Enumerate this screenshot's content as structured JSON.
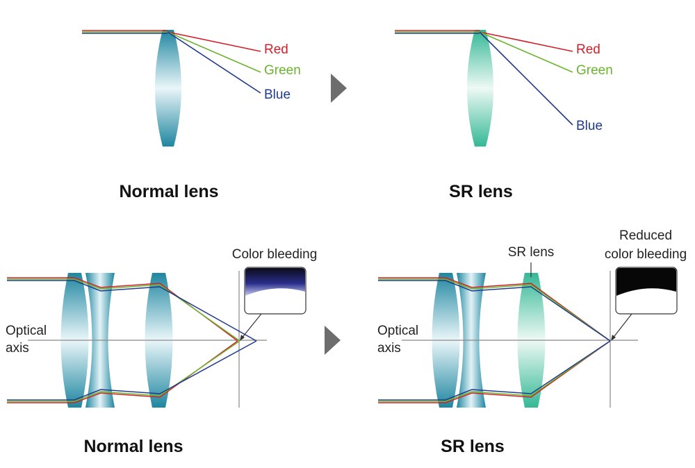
{
  "top_left": {
    "labels": {
      "red": "Red",
      "green": "Green",
      "blue": "Blue"
    },
    "caption": "Normal lens"
  },
  "top_right": {
    "labels": {
      "red": "Red",
      "green": "Green",
      "blue": "Blue"
    },
    "caption": "SR lens"
  },
  "bottom_left": {
    "axis_label_line1": "Optical",
    "axis_label_line2": "axis",
    "callout": "Color bleeding",
    "caption": "Normal lens"
  },
  "bottom_right": {
    "axis_label_line1": "Optical",
    "axis_label_line2": "axis",
    "sr_lens_label": "SR lens",
    "callout_line1": "Reduced",
    "callout_line2": "color bleeding",
    "caption": "SR lens"
  },
  "colors": {
    "red": "#d0202a",
    "green": "#6ab42d",
    "blue": "#1f3a8c",
    "lens_blue": "#2a8fa8",
    "lens_green": "#3fbfa0",
    "arrow": "#6d6d6d",
    "axis": "#888888"
  },
  "icons": {
    "next_arrow": "triangle-right-icon"
  }
}
